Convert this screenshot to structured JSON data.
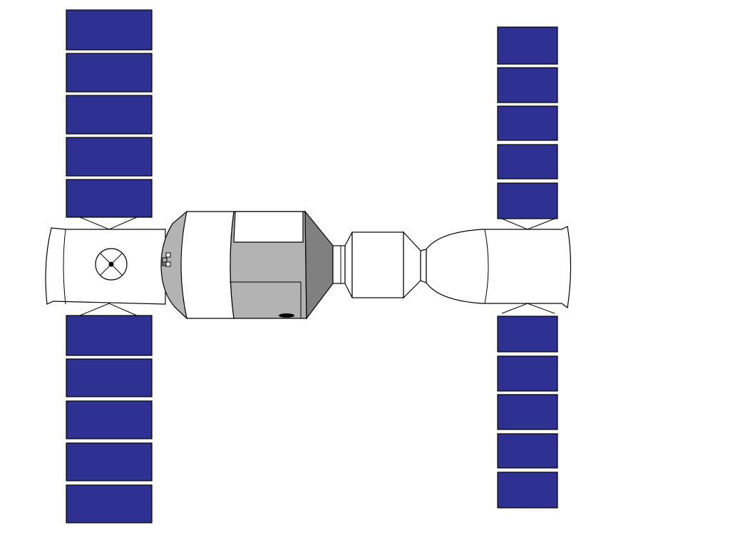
{
  "colors": {
    "background": "#ffffff",
    "solar_panel": "#2e3192",
    "hull_white": "#ffffff",
    "hull_light_gray": "#b3b3b3",
    "hull_dark_gray": "#808080",
    "outline": "#000000"
  },
  "spacecraft": {
    "left_module": {
      "solar_wing_upper_cells": 5,
      "solar_wing_lower_cells": 5,
      "icon": "docking-target-icon"
    },
    "right_module": {
      "solar_wing_upper_cells": 5,
      "solar_wing_lower_cells": 5
    }
  }
}
